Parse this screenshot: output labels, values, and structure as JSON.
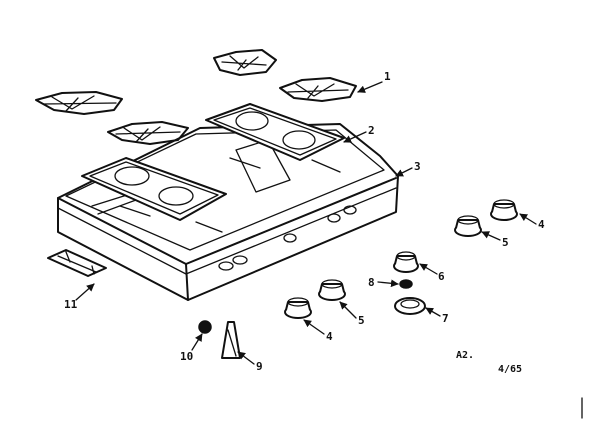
{
  "callouts": {
    "c1": "1",
    "c2": "2",
    "c3": "3",
    "c4a": "4",
    "c5a": "5",
    "c6": "6",
    "c7": "7",
    "c8": "8",
    "c5b": "5",
    "c4b": "4",
    "c9": "9",
    "c10": "10",
    "c11": "11"
  },
  "sheet_code": "A2.",
  "date_code": "4/65"
}
